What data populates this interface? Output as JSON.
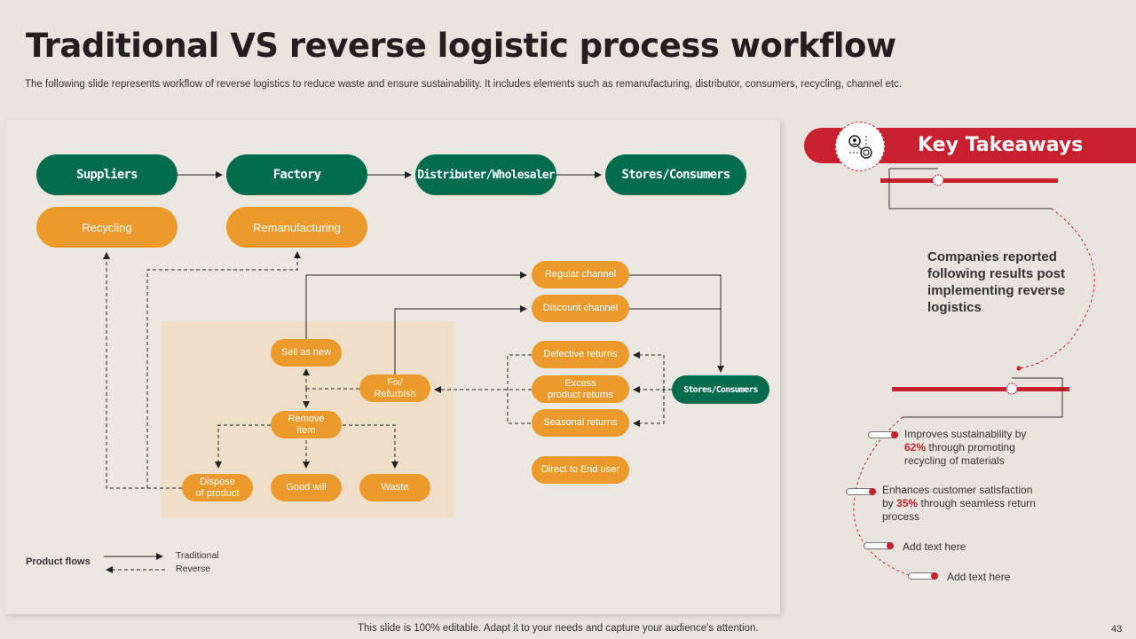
{
  "header": {
    "title": "Traditional VS reverse logistic process workflow",
    "subtitle": "The following slide represents workflow of reverse logistics to reduce waste and ensure sustainability. It includes elements such as remanufacturing, distributor, consumers, recycling, channel etc."
  },
  "flow": {
    "top": [
      "Suppliers",
      "Factory",
      "Distributer/Wholesaler",
      "Stores/Consumers"
    ],
    "recycling": "Recycling",
    "remanufacturing": "Remanufacturing",
    "sell_as_new": "Sell as new",
    "fix_refurbish": "Fix/\nRefurbish",
    "remove_item": "Remove\nitem",
    "dispose": "Dispose\nof product",
    "good_will": "Good will",
    "waste": "Waste",
    "regular_channel": "Regular channel",
    "discount_channel": "Discount channel",
    "defective_returns": "Defective returns",
    "excess_returns": "Excess\nproduct returns",
    "seasonal_returns": "Seasonal returns",
    "direct_end_user": "Direct to End user",
    "stores_consumers_small": "Stores/Consumers"
  },
  "legend": {
    "label": "Product flows",
    "traditional": "Traditional",
    "reverse": "Reverse"
  },
  "takeaways": {
    "title": "Key Takeaways",
    "intro": "Companies reported following results post implementing reverse logistics",
    "item1_pre": "Improves sustainability by",
    "item1_pct": "62%",
    "item1_post": "through promoting recycling of materials",
    "item2_pre": "Enhances customer satisfaction by",
    "item2_pct": "35%",
    "item2_post": "through seamless return process",
    "item3": "Add text here",
    "item4": "Add text here"
  },
  "footer": {
    "note": "This slide is 100% editable. Adapt it to your needs and capture your audience's attention.",
    "page": "43"
  },
  "colors": {
    "green": "#006c4b",
    "orange": "#ec9a2c",
    "red": "#c8202f"
  }
}
